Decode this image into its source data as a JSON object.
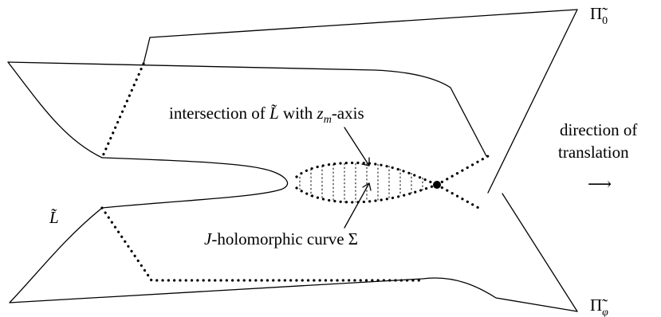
{
  "labels": {
    "pi0_symbol": "Π̃",
    "pi0_sub": "0",
    "piphi_symbol": "Π̃",
    "piphi_sub": "φ",
    "l_symbol": "L̃",
    "intersection_prefix": "intersection of ",
    "intersection_l": "L̃",
    "intersection_mid": " with ",
    "intersection_z": "z",
    "intersection_z_sub": "m",
    "intersection_suffix": "-axis",
    "curve_j": "J",
    "curve_text": "-holomorphic curve ",
    "curve_sigma": "Σ",
    "direction_line1": "direction of",
    "direction_line2": "translation",
    "direction_arrow": "⟶"
  }
}
